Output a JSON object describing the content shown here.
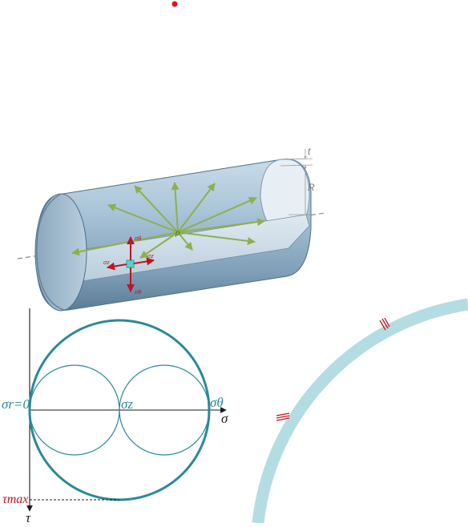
{
  "cylinder": {
    "labels": {
      "thickness": "t",
      "radius": "R",
      "pressure": "p",
      "sigma_theta_top": "σθ",
      "sigma_theta_bottom": "σθ",
      "sigma_z_left": "σz",
      "sigma_z_right": "σz"
    }
  },
  "mohr": {
    "sigma_r_label": "σr=0",
    "sigma_z_label": "σz",
    "sigma_theta_label": "σθ",
    "sigma_axis_label": "σ",
    "tau_axis_label": "τ",
    "tau_max_label": "τmax"
  },
  "colors": {
    "teal": "#2a8a96",
    "ring": "#b3dde3",
    "red": "#c0151f",
    "arrow_green": "#8db04a",
    "cyl_body": "#9ab8cf"
  }
}
